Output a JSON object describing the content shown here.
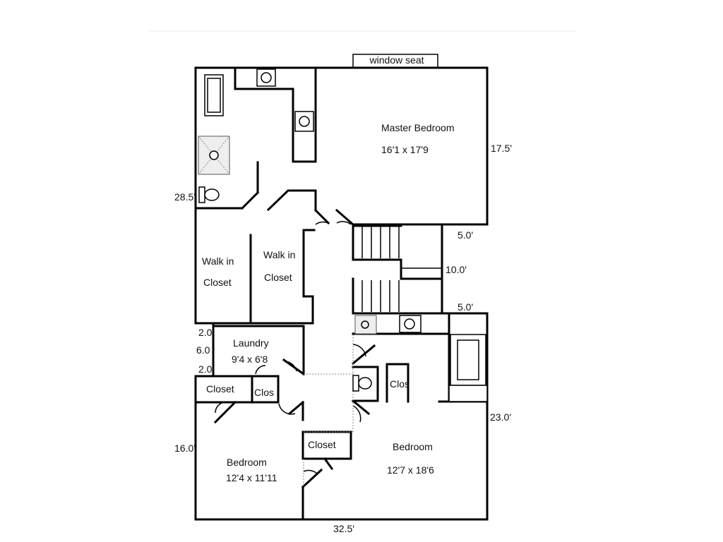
{
  "rooms": {
    "master": {
      "name": "Master Bedroom",
      "size": "16'1 x 17'9"
    },
    "walk_in_1": {
      "line1": "Walk in",
      "line2": "Closet"
    },
    "walk_in_2": {
      "line1": "Walk in",
      "line2": "Closet"
    },
    "laundry": {
      "name": "Laundry",
      "size": "9'4 x 6'8"
    },
    "closet_left": "Closet",
    "clos_left": "Clos",
    "closet_center": "Closet",
    "clos_right": "Clos",
    "bedroom_left": {
      "name": "Bedroom",
      "size": "12'4 x 11'11"
    },
    "bedroom_right": {
      "name": "Bedroom",
      "size": "12'7 x 18'6"
    }
  },
  "labels": {
    "window_seat": "window seat"
  },
  "dimensions": {
    "master_depth": "17.5'",
    "left_upper": "28.5'",
    "stair_gap_top": "5.0'",
    "stair_width": "10.0'",
    "stair_gap_bottom": "5.0'",
    "laundry_top": "2.0'",
    "laundry_mid": "6.0",
    "laundry_bottom": "2.0'",
    "right_lower": "23.0'",
    "left_lower": "16.0'",
    "total_width": "32.5'"
  }
}
